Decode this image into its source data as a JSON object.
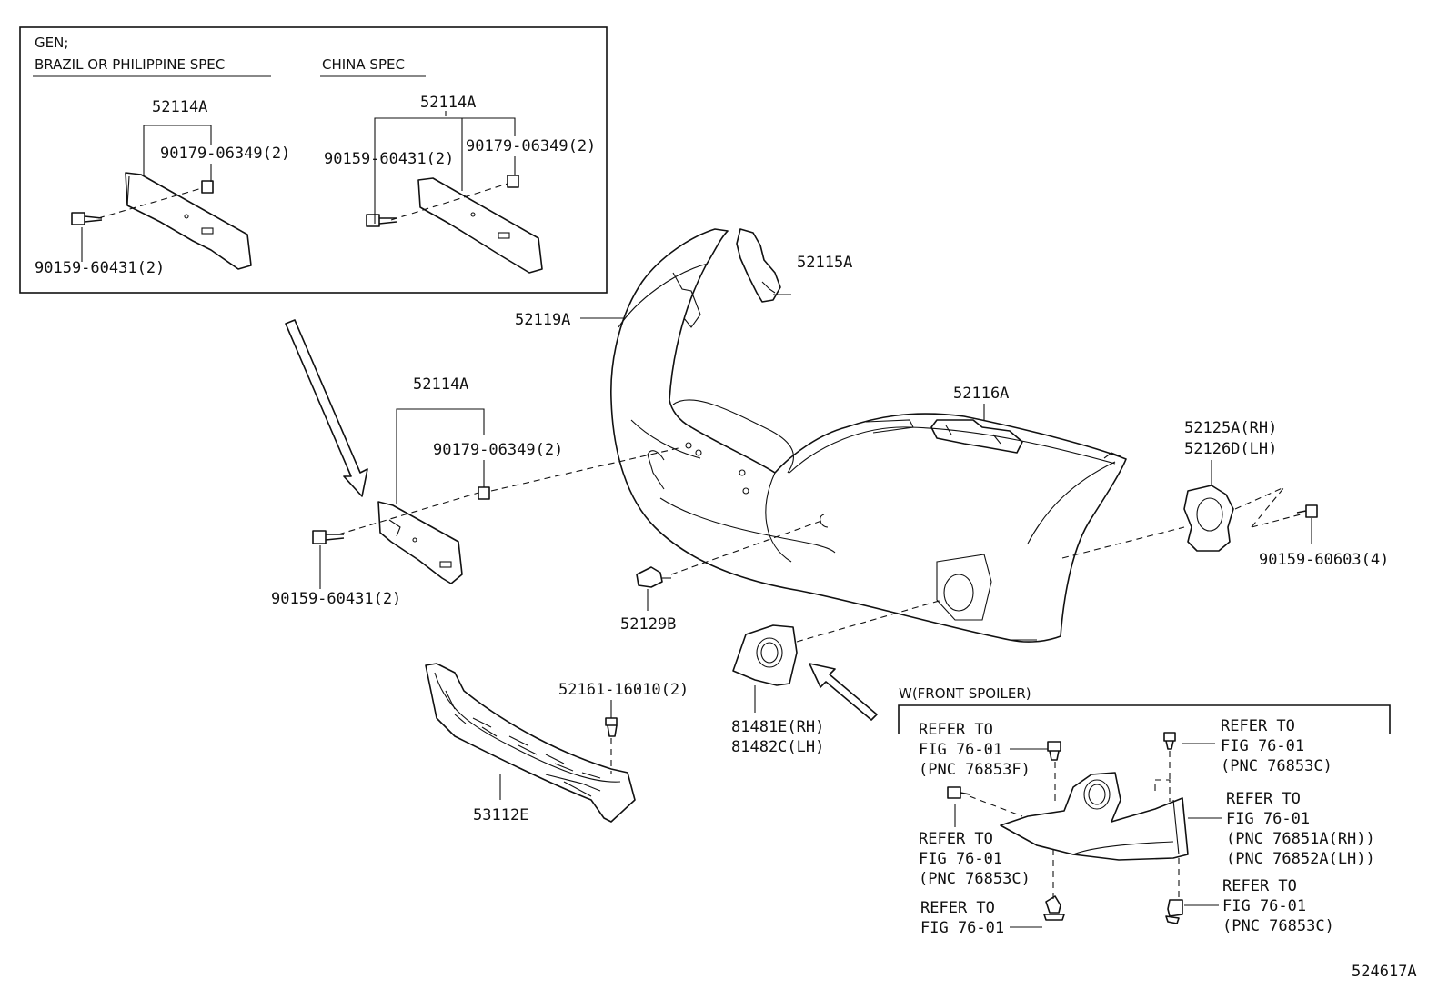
{
  "inset": {
    "gen_header": "GEN;",
    "brazil_header": "BRAZIL OR PHILIPPINE SPEC",
    "china_header": "CHINA SPEC",
    "gen_bracket_label": "52114A",
    "gen_nut_label": "90179-06349(2)",
    "gen_bolt_label": "90159-60431(2)",
    "china_bracket_label": "52114A",
    "china_bolt_label": "90159-60431(2)",
    "china_nut_label": "90179-06349(2)"
  },
  "main": {
    "bumper_cover": "52119A",
    "upper_bracket": "52115A",
    "center_bracket": "52116A",
    "side_retainer_rh": "52125A(RH)",
    "side_retainer_lh": "52126D(LH)",
    "side_bolt": "90159-60603(4)",
    "plate_bracket": "52114A",
    "plate_nut": "90179-06349(2)",
    "plate_bolt": "90159-60431(2)",
    "tow_cover": "52129B",
    "fog_cover_rh": "81481E(RH)",
    "fog_cover_lh": "81482C(LH)",
    "clip": "52161-16010(2)",
    "grille": "53112E"
  },
  "spoiler": {
    "header": "W(FRONT SPOILER)",
    "ref_a": [
      "REFER TO",
      "FIG 76-01",
      "(PNC 76853F)"
    ],
    "ref_b": [
      "REFER TO",
      "FIG 76-01",
      "(PNC 76853C)"
    ],
    "ref_c": [
      "REFER TO",
      "FIG 76-01",
      "(PNC 76853C)"
    ],
    "ref_d": [
      "REFER TO",
      "FIG 76-01"
    ],
    "ref_e": [
      "REFER TO",
      "FIG 76-01",
      "(PNC 76851A(RH))",
      "(PNC 76852A(LH))"
    ],
    "ref_f": [
      "REFER TO",
      "FIG 76-01",
      "(PNC 76853C)"
    ]
  },
  "figure_id": "524617A"
}
